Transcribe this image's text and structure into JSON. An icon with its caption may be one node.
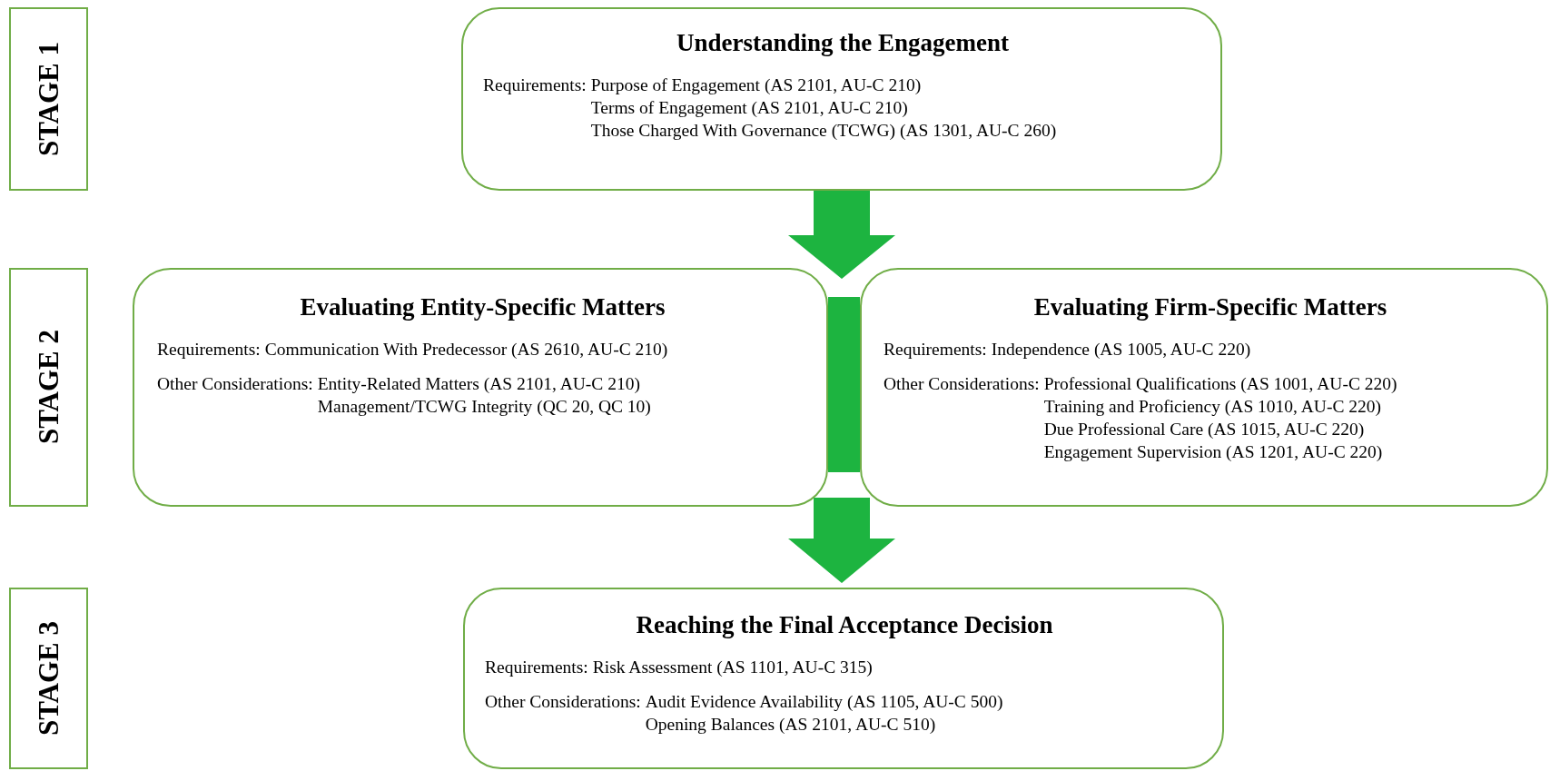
{
  "diagram": {
    "nodes": [
      {
        "text": [
          "STAGE 1"
        ]
      },
      {
        "text": [
          "Understanding the Engagement",
          "Requirements:",
          "Purpose of Engagement (AS 2101, AU-C 210)",
          "Terms of Engagement (AS 2101, AU-C 210)",
          "Those Charged With Governance (TCWG) (AS 1301, AU-C 260)"
        ]
      },
      {
        "text": [
          "STAGE 2"
        ]
      },
      {
        "text": [
          "Evaluating Entity-Specific Matters",
          "Requirements:",
          "Communication With Predecessor (AS 2610, AU-C 210)",
          "Other Considerations:",
          "Entity-Related Matters (AS 2101, AU-C 210)",
          "Management/TCWG Integrity (QC 20, QC 10)"
        ]
      },
      {
        "text": [
          "Evaluating Firm-Specific Matters",
          "Requirements:",
          "Independence (AS 1005, AU-C 220)",
          "Other Considerations:",
          "Professional Qualifications (AS 1001, AU-C 220)",
          "Training and Proficiency (AS 1010, AU-C 220)",
          "Due Professional Care (AS 1015, AU-C 220)",
          "Engagement Supervision (AS 1201, AU-C 220)"
        ]
      },
      {
        "text": [
          "STAGE 3"
        ]
      },
      {
        "text": [
          "Reaching the Final Acceptance Decision",
          "Requirements:",
          "Risk Assessment (AS 1101, AU-C 315)",
          "Other Considerations:",
          "Audit Evidence Availability (AS 1105, AU-C 500)",
          "Opening Balances (AS 2101, AU-C 510)"
        ]
      }
    ],
    "edges": [
      {
        "from": 1,
        "to": 3,
        "arrow": "to"
      },
      {
        "from": 1,
        "to": 4,
        "arrow": "to"
      },
      {
        "from": 3,
        "to": 6,
        "arrow": "to"
      },
      {
        "from": 4,
        "to": 6,
        "arrow": "to"
      }
    ]
  }
}
